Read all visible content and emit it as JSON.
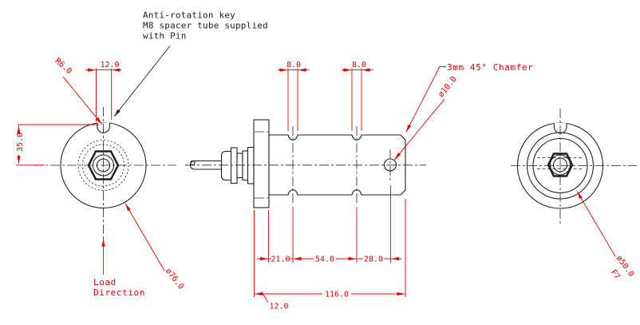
{
  "colors": {
    "dimension_red": "#e80000",
    "line_black": "#202020",
    "background": "#ffffff"
  },
  "notes": {
    "anti_rotation": {
      "line1": "Anti-rotation key",
      "line2": "M8 spacer tube supplied",
      "line3": "with Pin"
    },
    "chamfer": "3mm 45° Chamfer",
    "load_direction": {
      "line1": "Load",
      "line2": "Direction"
    }
  },
  "front_view": {
    "keyway_radius": "R6.0",
    "keyway_width": "12.0",
    "keyway_center_offset": "35.0",
    "outer_diameter": "ø76.0"
  },
  "side_view": {
    "groove1_width": "8.0",
    "groove2_width": "8.0",
    "flange_to_groove1": "21.0",
    "groove_spacing": "54.0",
    "groove2_to_hole": "28.0",
    "overall_length": "116.0",
    "flange_thickness": "12.0",
    "hole_diameter": "ø10.0"
  },
  "rear_view": {
    "spigot_diameter": "ø50.0",
    "spigot_tolerance": "F7"
  }
}
